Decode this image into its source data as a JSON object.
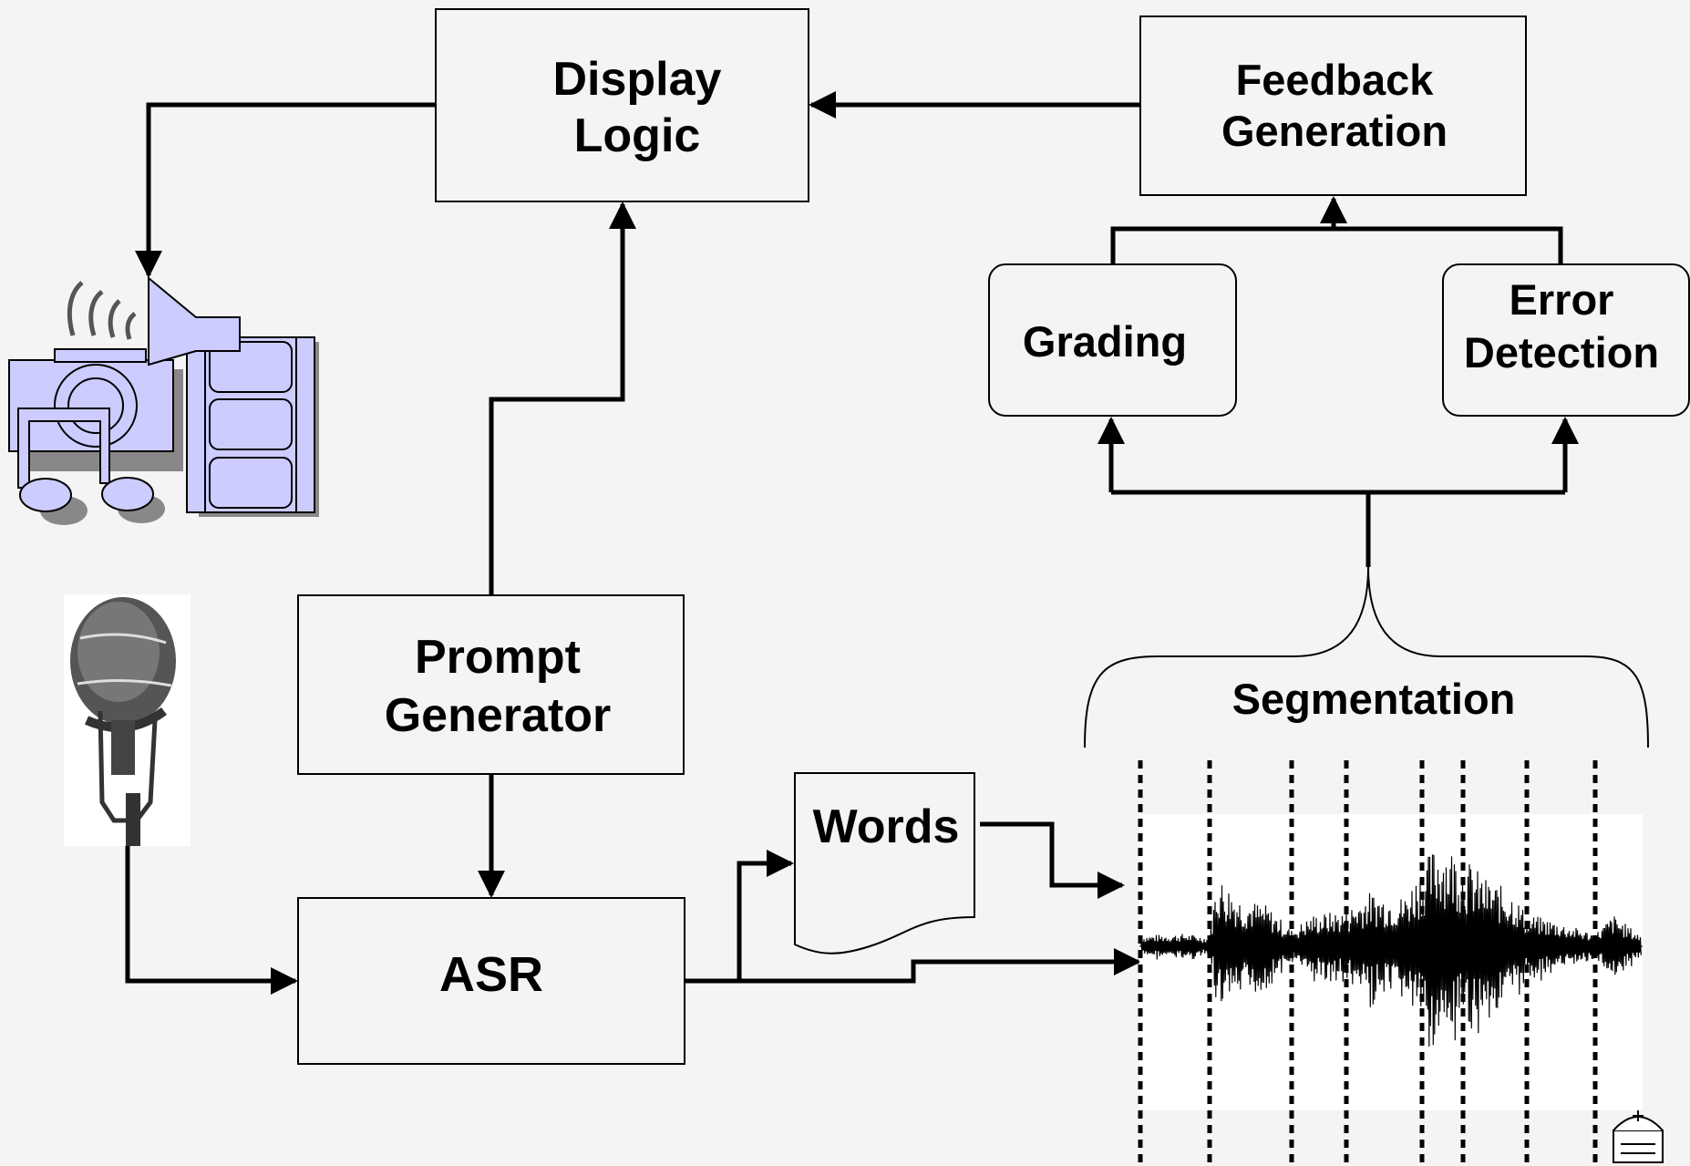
{
  "blocks": {
    "display_logic": [
      "Display",
      "Logic"
    ],
    "feedback_generation": [
      "Feedback",
      "Generation"
    ],
    "grading": "Grading",
    "error_detection": [
      "Error",
      "Detection"
    ],
    "prompt_generator": [
      "Prompt",
      "Generator"
    ],
    "asr": "ASR",
    "words": "Words",
    "segmentation": "Segmentation"
  },
  "icons": {
    "multimedia": "multimedia-output-icon",
    "microphone": "microphone-icon",
    "waveform": "speech-waveform",
    "logo": "university-seal-logo"
  },
  "colors": {
    "background": "#f4f4f4",
    "line": "#000000",
    "clipart_fill": "#ccccff",
    "clipart_shadow": "#888888"
  }
}
